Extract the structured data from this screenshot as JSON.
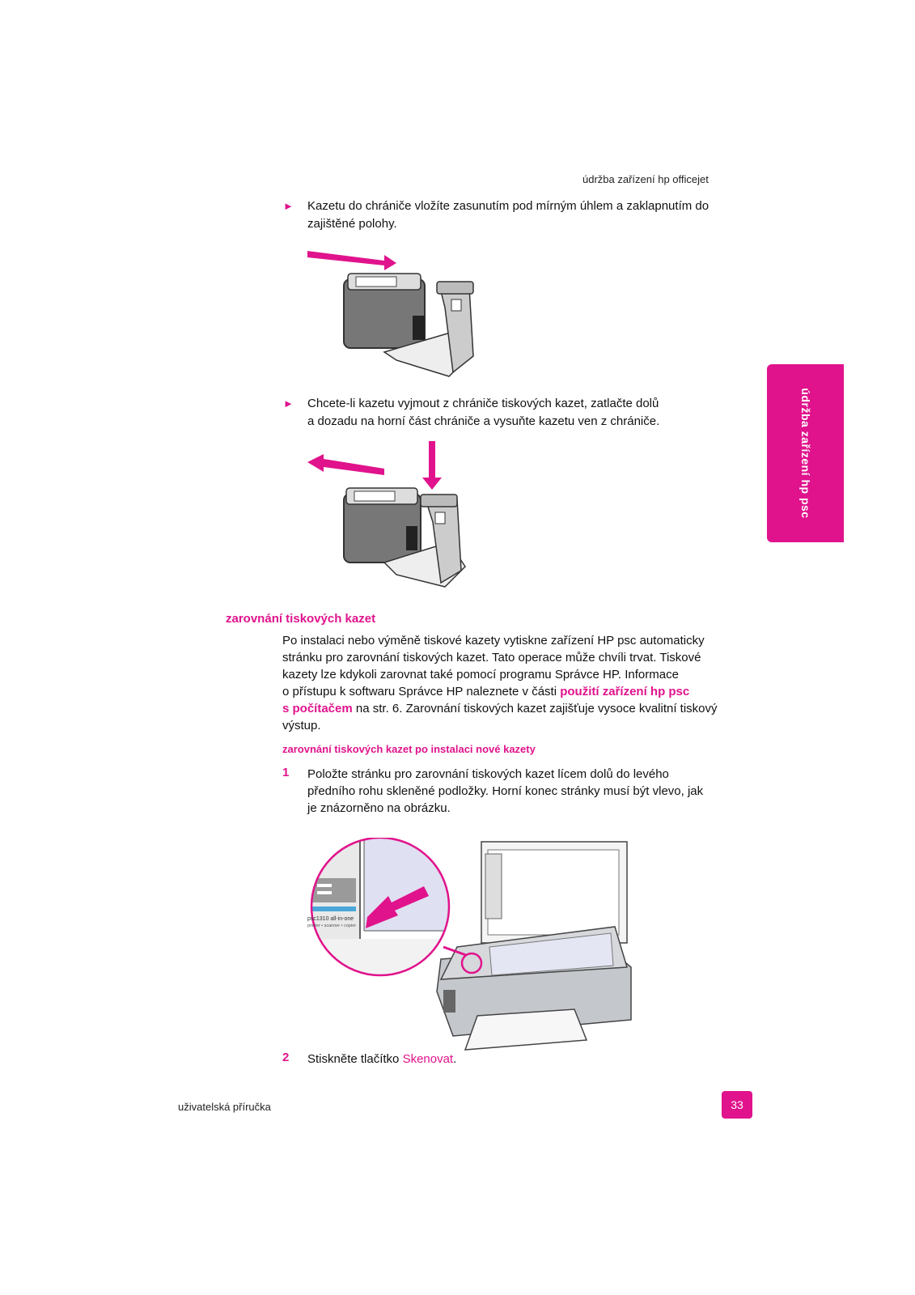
{
  "header": {
    "running_title": "údržba zařízení hp officejet"
  },
  "side_tab": {
    "label": "údržba zařízení hp psc"
  },
  "bullets": [
    {
      "text": "Kazetu do chrániče vložíte zasunutím pod mírným úhlem a zaklapnutím do zajištěné polohy."
    },
    {
      "line1": "Chcete-li kazetu vyjmout z chrániče tiskových kazet, zatlačte dolů",
      "line2": "a dozadu na horní část chrániče a vysuňte kazetu ven z chrániče."
    }
  ],
  "section": {
    "title": "zarovnání tiskových kazet",
    "para": {
      "line1": "Po instalaci nebo výměně tiskové kazety vytiskne zařízení HP psc automaticky",
      "line2": "stránku pro zarovnání tiskových kazet. Tato operace může chvíli trvat. Tiskové",
      "line3": "kazety lze kdykoli zarovnat také pomocí programu Správce HP. Informace",
      "line4_pre": "o přístupu k softwaru Správce HP naleznete v části ",
      "link_part1": "použití zařízení hp psc",
      "link_part2": "s počítačem",
      "line5_post": " na str. 6. Zarovnání tiskových kazet zajišťuje vysoce kvalitní tiskový",
      "line6": "výstup."
    },
    "subtitle": "zarovnání tiskových kazet po instalaci nové kazety",
    "steps": [
      {
        "num": "1",
        "line1": "Položte stránku pro zarovnání tiskových kazet lícem dolů do levého",
        "line2": "předního rohu skleněné podložky. Horní konec stránky musí být vlevo, jak",
        "line3": "je znázorněno na obrázku."
      },
      {
        "num": "2",
        "pre": "Stiskněte tlačítko ",
        "link": "Skenovat",
        "post": "."
      }
    ]
  },
  "figure_labels": {
    "device_model": "psc1310 all-in-one",
    "device_sub": "printer • scanner • copier"
  },
  "footer": {
    "left": "uživatelská příručka",
    "page_number": "33"
  },
  "colors": {
    "accent": "#e0138c",
    "arrow": "#e0138c"
  }
}
